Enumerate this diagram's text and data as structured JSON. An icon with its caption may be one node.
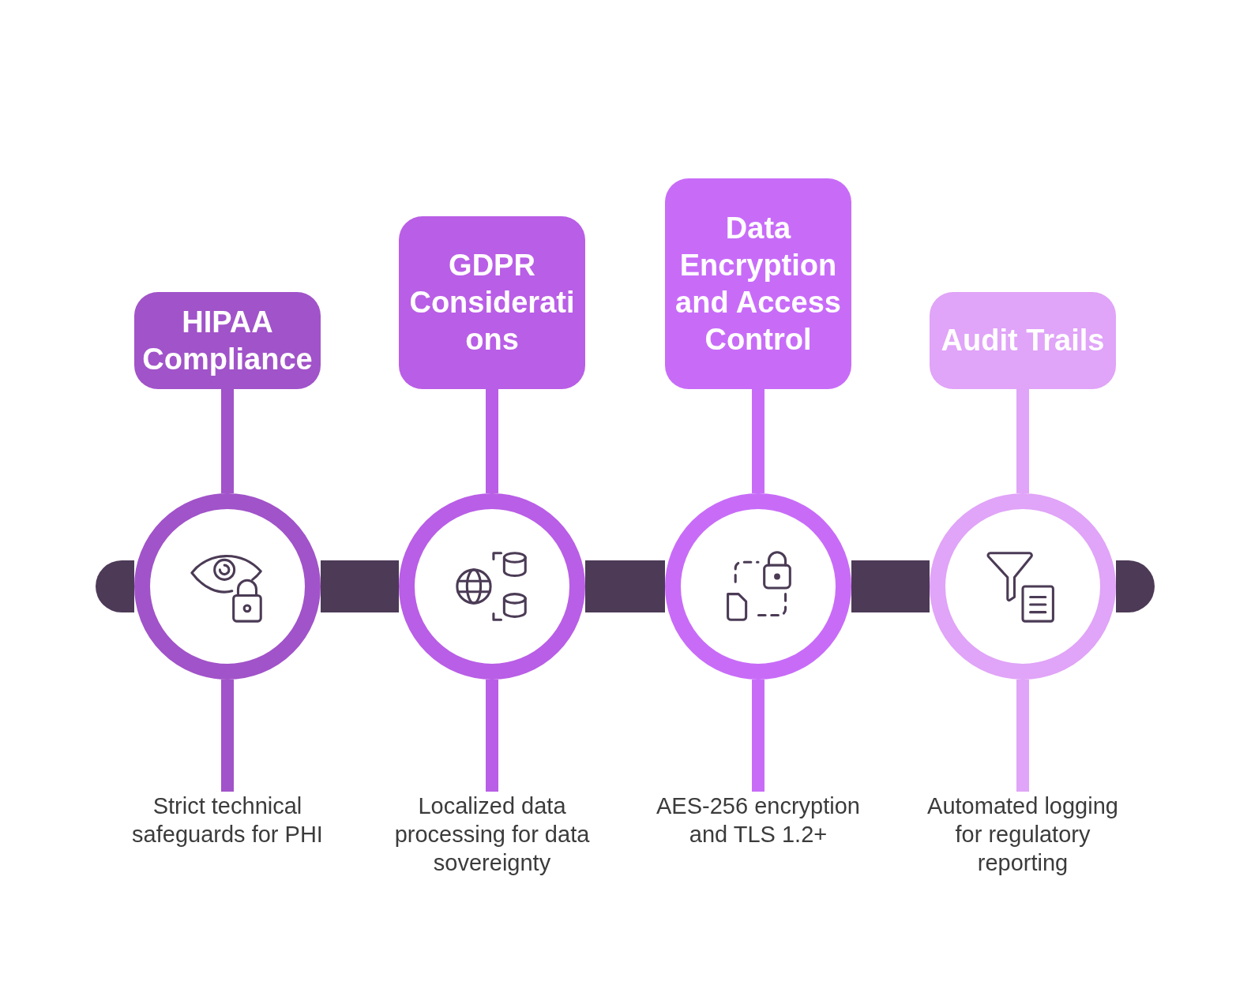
{
  "diagram": {
    "nodes": [
      {
        "text": [
          "HIPAA Compliance"
        ]
      },
      {
        "text": [],
        "shape": "circle"
      },
      {
        "text": [
          "Strict technical safeguards for PHI"
        ]
      },
      {
        "text": [
          "GDPR Considerations"
        ]
      },
      {
        "text": [],
        "shape": "circle"
      },
      {
        "text": [
          "Localized data processing for data sovereignty"
        ]
      },
      {
        "text": [
          "Data Encryption and Access Control"
        ]
      },
      {
        "text": [],
        "shape": "circle"
      },
      {
        "text": [
          "AES-256 encryption and TLS 1.2+"
        ]
      },
      {
        "text": [
          "Audit Trails"
        ]
      },
      {
        "text": [],
        "shape": "circle"
      },
      {
        "text": [
          "Automated logging for regulatory reporting"
        ]
      }
    ],
    "edges": [
      {
        "from": 0,
        "to": 1,
        "arrow": "none",
        "color": "#a153c9"
      },
      {
        "from": 1,
        "to": 2,
        "arrow": "none",
        "color": "#a153c9"
      },
      {
        "from": 3,
        "to": 4,
        "arrow": "none",
        "color": "#b95ee6"
      },
      {
        "from": 4,
        "to": 5,
        "arrow": "none",
        "color": "#b95ee6"
      },
      {
        "from": 6,
        "to": 7,
        "arrow": "none",
        "color": "#c86cf8"
      },
      {
        "from": 7,
        "to": 8,
        "arrow": "none",
        "color": "#c86cf8"
      },
      {
        "from": 9,
        "to": 10,
        "arrow": "none",
        "color": "#e0a4f8"
      },
      {
        "from": 10,
        "to": 11,
        "arrow": "none",
        "color": "#e0a4f8"
      },
      {
        "from": null,
        "to": 1,
        "arrow": "none",
        "style": "thick",
        "color": "#4d3a57"
      },
      {
        "from": 1,
        "to": 4,
        "arrow": "none",
        "style": "thick",
        "color": "#4d3a57"
      },
      {
        "from": 4,
        "to": 7,
        "arrow": "none",
        "style": "thick",
        "color": "#4d3a57"
      },
      {
        "from": 7,
        "to": 10,
        "arrow": "none",
        "style": "thick",
        "color": "#4d3a57"
      },
      {
        "from": 10,
        "to": null,
        "arrow": "none",
        "style": "thick",
        "color": "#4d3a57"
      }
    ]
  }
}
